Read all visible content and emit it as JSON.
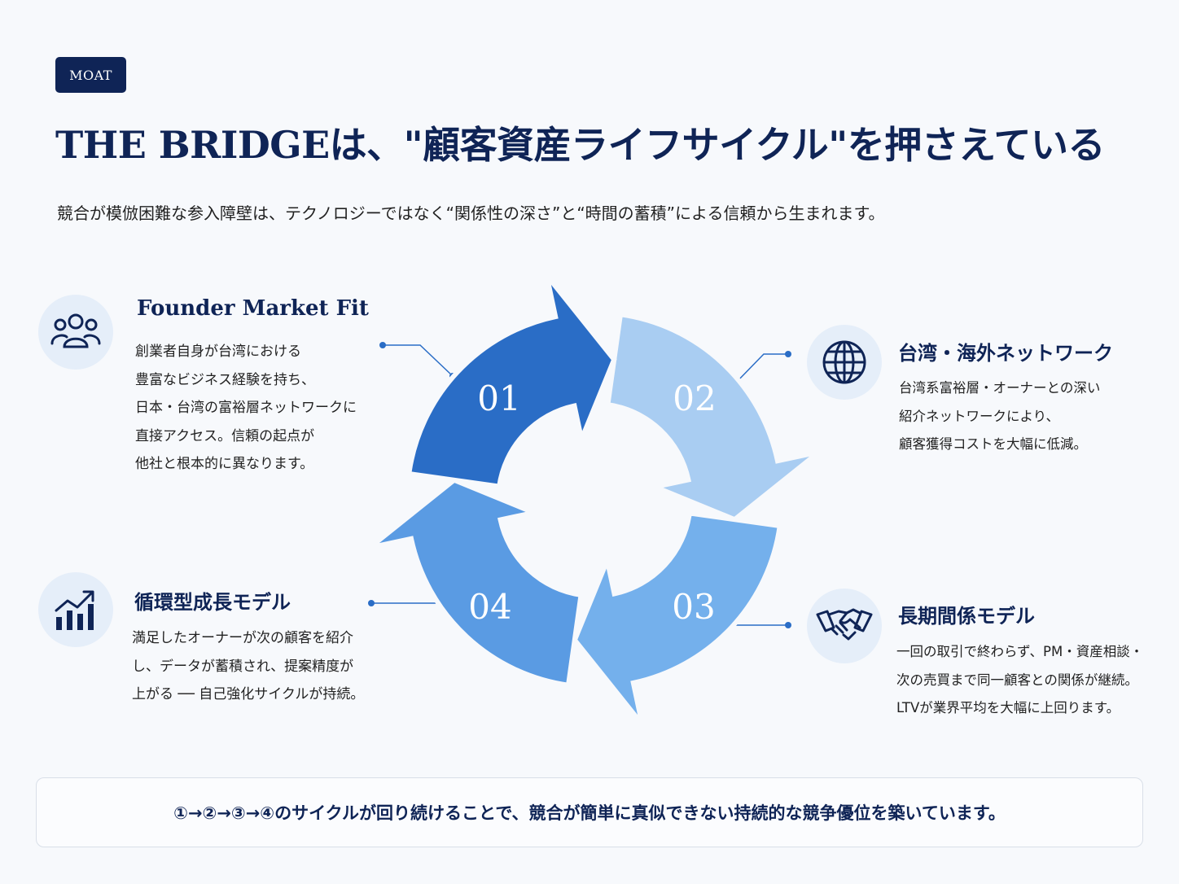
{
  "badge": "MOAT",
  "title": "THE BRIDGEは、\"顧客資産ライフサイクル\"を押さえている",
  "subtitle": "競合が模倣困難な参入障壁は、テクノロジーではなく“関係性の深さ”と“時間の蓄積”による信頼から生まれます。",
  "cycle": {
    "segments": [
      {
        "number": "01",
        "color": "#2a6dc6"
      },
      {
        "number": "02",
        "color": "#a9cdf2"
      },
      {
        "number": "03",
        "color": "#74b0ec"
      },
      {
        "number": "04",
        "color": "#5a9be3"
      }
    ]
  },
  "sections": [
    {
      "icon": "people-icon",
      "title": "Founder Market Fit",
      "body": "創業者自身が台湾における\n豊富なビジネス経験を持ち、\n日本・台湾の富裕層ネットワークに\n直接アクセス。信頼の起点が\n他社と根本的に異なります。"
    },
    {
      "icon": "globe-icon",
      "title": "台湾・海外ネットワーク",
      "body": "台湾系富裕層・オーナーとの深い\n紹介ネットワークにより、\n顧客獲得コストを大幅に低減。"
    },
    {
      "icon": "handshake-icon",
      "title": "長期間係モデル",
      "body": "一回の取引で終わらず、PM・資産相談・\n次の売買まで同一顧客との関係が継続。\nLTVが業界平均を大幅に上回ります。"
    },
    {
      "icon": "growth-chart-icon",
      "title": "循環型成長モデル",
      "body": "満足したオーナーが次の顧客を紹介\nし、データが蓄積され、提案精度が\n上がる ── 自己強化サイクルが持続。"
    }
  ],
  "footer": "①→②→③→④のサイクルが回り続けることで、競合が簡単に真似できない持続的な競争優位を築いています。"
}
